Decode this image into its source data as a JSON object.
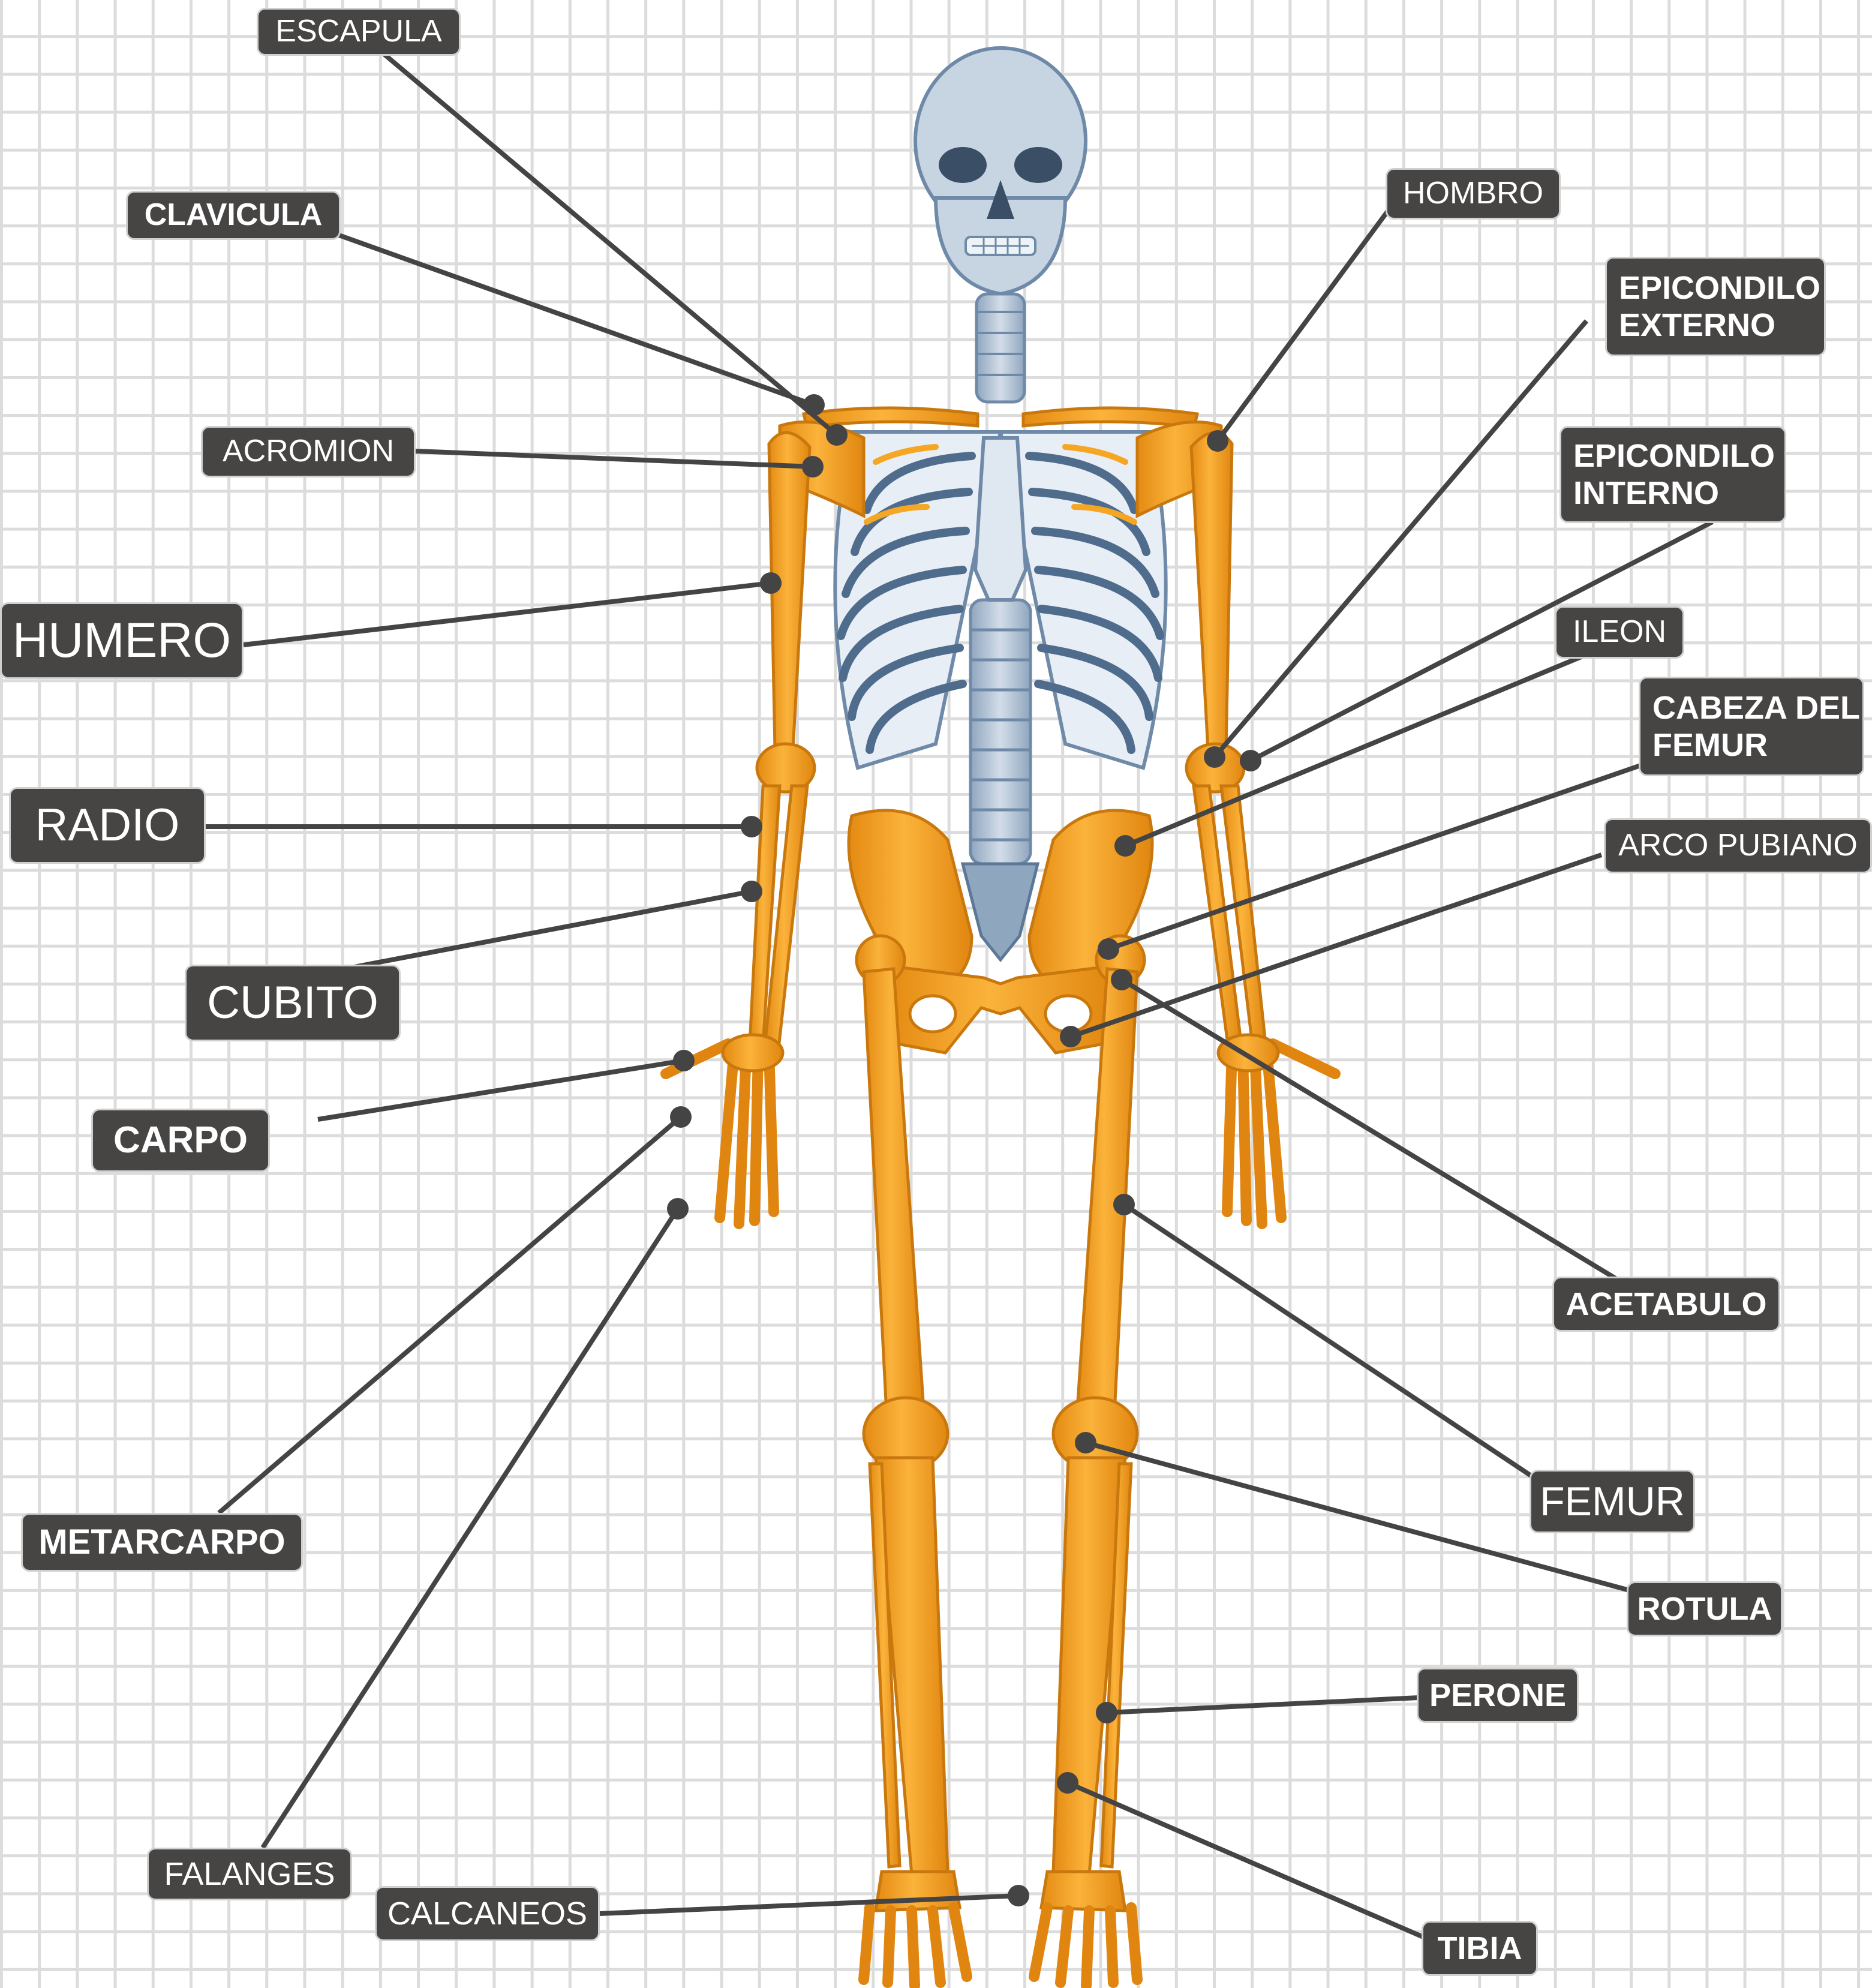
{
  "labels": [
    {
      "id": "escapula",
      "text": "ESCAPULA",
      "bold": false
    },
    {
      "id": "clavicula",
      "text": "CLAVICULA",
      "bold": true
    },
    {
      "id": "acromion",
      "text": "ACROMION",
      "bold": false
    },
    {
      "id": "humero",
      "text": "HUMERO",
      "bold": false
    },
    {
      "id": "radio",
      "text": "RADIO",
      "bold": false
    },
    {
      "id": "cubito",
      "text": "CUBITO",
      "bold": false
    },
    {
      "id": "carpo",
      "text": "CARPO",
      "bold": true
    },
    {
      "id": "metarcarpo",
      "text": "METARCARPO",
      "bold": true
    },
    {
      "id": "falanges",
      "text": "FALANGES",
      "bold": false
    },
    {
      "id": "calcaneos",
      "text": "CALCANEOS",
      "bold": false
    },
    {
      "id": "hombro",
      "text": "HOMBRO",
      "bold": false
    },
    {
      "id": "epicondilo-externo",
      "text": "EPICONDILO EXTERNO",
      "bold": true
    },
    {
      "id": "epicondilo-interno",
      "text": "EPICONDILO INTERNO",
      "bold": true
    },
    {
      "id": "ileon",
      "text": "ILEON",
      "bold": false
    },
    {
      "id": "cabeza-del-femur",
      "text": "CABEZA DEL FEMUR",
      "bold": true
    },
    {
      "id": "arco-pubiano",
      "text": "ARCO PUBIANO",
      "bold": false
    },
    {
      "id": "acetabulo",
      "text": "ACETABULO",
      "bold": true
    },
    {
      "id": "femur",
      "text": "FEMUR",
      "bold": false
    },
    {
      "id": "rotula",
      "text": "ROTULA",
      "bold": true
    },
    {
      "id": "perone",
      "text": "PERONE",
      "bold": true
    },
    {
      "id": "tibia",
      "text": "TIBIA",
      "bold": true
    }
  ],
  "colors": {
    "bone": "#f5a623",
    "bone_shadow": "#d9820f",
    "axial": "#b5c6d8",
    "axial_shadow": "#6f8aa8",
    "label_bg": "#474544",
    "leader_line": "#444444",
    "grid": "#dcdcdc"
  }
}
